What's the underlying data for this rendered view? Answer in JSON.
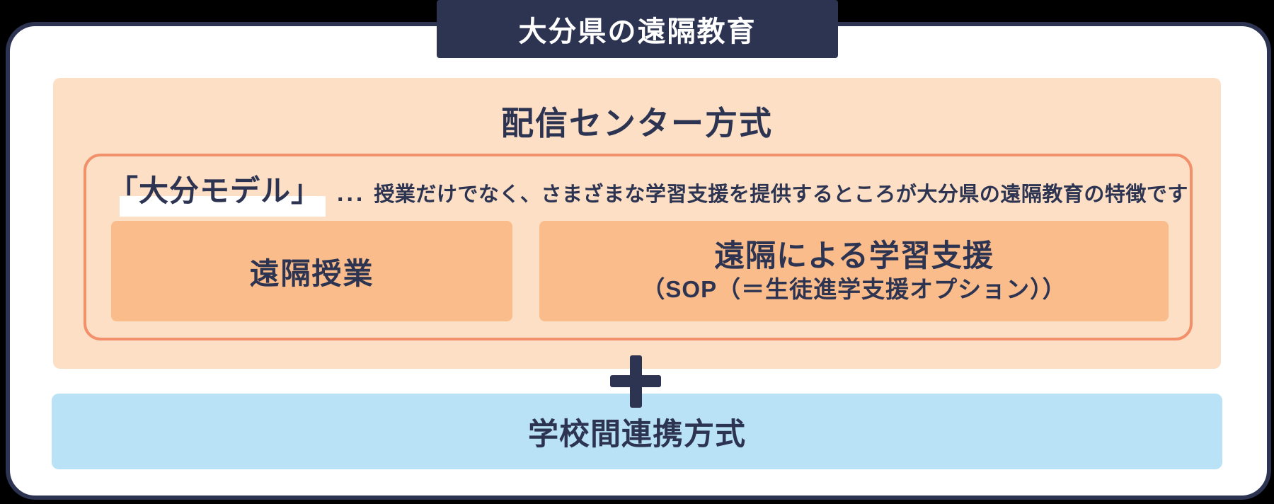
{
  "colors": {
    "navy": "#2d3452",
    "peach": "#fcdfc5",
    "orange": "#f9bc8a",
    "salmon": "#f2906b",
    "blue": "#b9e2f6",
    "white": "#ffffff",
    "page_bg": "#000000"
  },
  "banner": {
    "title": "大分県の遠隔教育"
  },
  "delivery_center": {
    "title": "配信センター方式",
    "model_label": "「大分モデル」",
    "model_dots": "...",
    "model_description": "授業だけでなく、さまざまな学習支援を提供するところが大分県の遠隔教育の特徴です",
    "remote_class_box": {
      "label": "遠隔授業"
    },
    "learning_support_box": {
      "title": "遠隔による学習支援",
      "subtitle": "（SOP（＝生徒進学支援オプション））"
    }
  },
  "school_cooperation": {
    "title": "学校間連携方式"
  }
}
